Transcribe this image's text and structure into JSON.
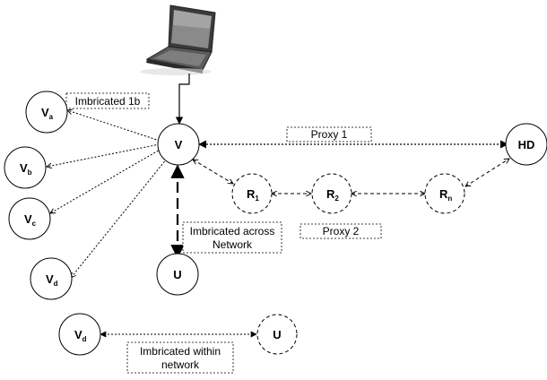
{
  "nodes": {
    "va": {
      "main": "V",
      "sub": "a"
    },
    "vb": {
      "main": "V",
      "sub": "b"
    },
    "vc": {
      "main": "V",
      "sub": "c"
    },
    "vd": {
      "main": "V",
      "sub": "d"
    },
    "v": {
      "main": "V"
    },
    "hd": {
      "main": "HD"
    },
    "r1": {
      "main": "R",
      "sub": "1"
    },
    "r2": {
      "main": "R",
      "sub": "2"
    },
    "rn": {
      "main": "R",
      "sub": "n"
    },
    "u": {
      "main": "U"
    },
    "vd2": {
      "main": "V",
      "sub": "d"
    },
    "u2": {
      "main": "U"
    }
  },
  "captions": {
    "imbricated_1b": "Imbricated 1b",
    "proxy1": "Proxy 1",
    "proxy2": "Proxy 2",
    "across_line1": "Imbricated across",
    "across_line2": "Network",
    "within_line1": "Imbricated within",
    "within_line2": "network"
  },
  "icons": {
    "laptop": "laptop-icon"
  }
}
